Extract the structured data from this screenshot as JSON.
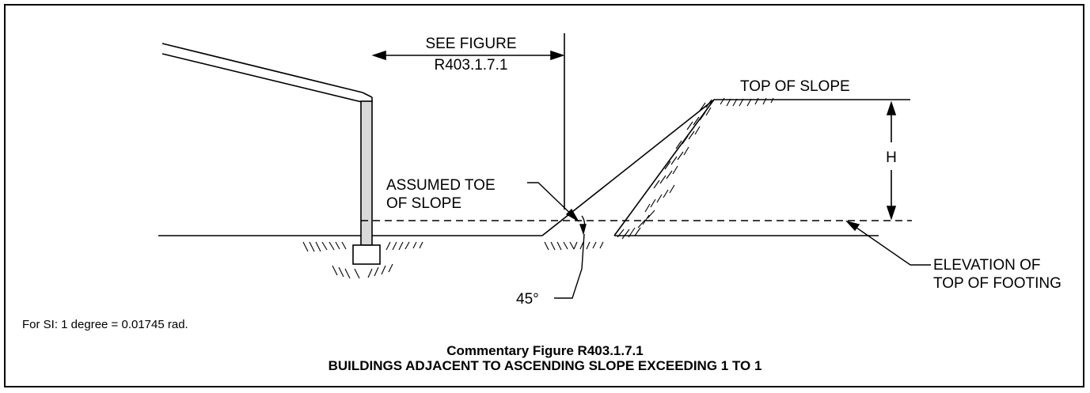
{
  "labels": {
    "see_figure_line1": "SEE FIGURE",
    "see_figure_line2": "R403.1.7.1",
    "top_of_slope": "TOP OF SLOPE",
    "height": "H",
    "assumed_toe_line1": "ASSUMED TOE",
    "assumed_toe_line2": "OF SLOPE",
    "angle": "45°",
    "elevation_line1": "ELEVATION OF",
    "elevation_line2": "TOP OF FOOTING"
  },
  "note": "For SI:  1 degree = 0.01745 rad.",
  "caption": {
    "title": "Commentary Figure R403.1.7.1",
    "subtitle": "BUILDINGS ADJACENT TO ASCENDING SLOPE EXCEEDING 1 TO 1"
  },
  "colors": {
    "line": "#000000",
    "wall_fill": "#d9d9d9",
    "background": "#ffffff"
  }
}
